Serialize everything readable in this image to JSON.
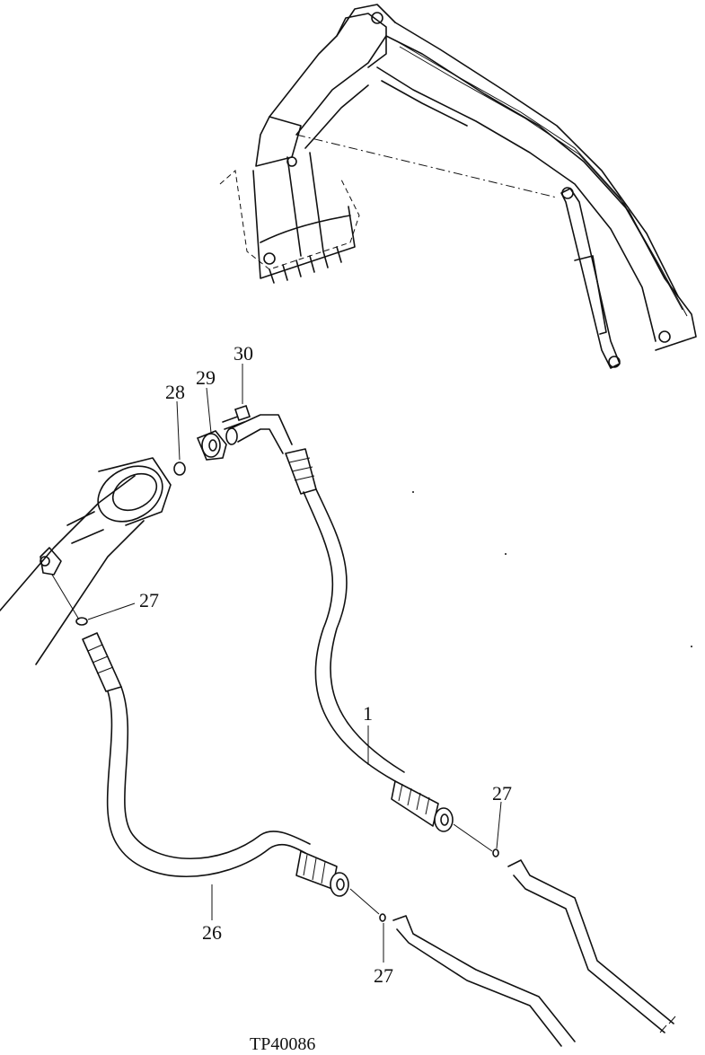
{
  "figure": {
    "id": "TP40086"
  },
  "callouts": [
    {
      "key": "hose_1",
      "label": "1"
    },
    {
      "key": "hose_26",
      "label": "26"
    },
    {
      "key": "oring_27_a",
      "label": "27"
    },
    {
      "key": "oring_27_b",
      "label": "27"
    },
    {
      "key": "oring_27_c",
      "label": "27"
    },
    {
      "key": "oring_28",
      "label": "28"
    },
    {
      "key": "flange_29",
      "label": "29"
    },
    {
      "key": "bolt_30",
      "label": "30"
    }
  ]
}
